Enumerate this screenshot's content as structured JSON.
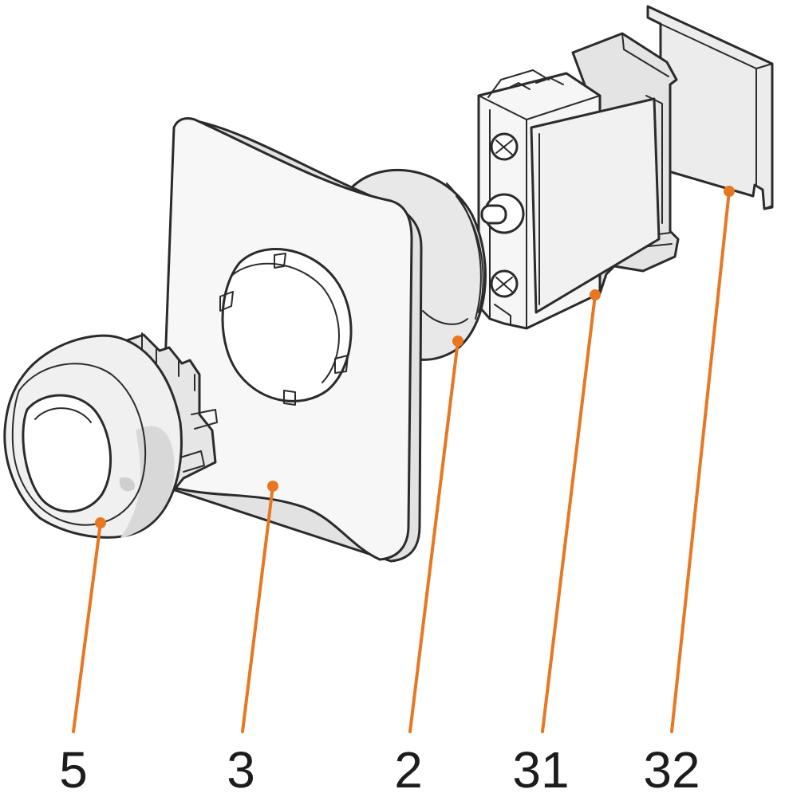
{
  "colors": {
    "accent": "#e87722",
    "line": "#2b2b2b",
    "fill_light": "#f4f4f4",
    "fill_mid": "#dcdcdc",
    "background": "#ffffff"
  },
  "callouts": [
    {
      "id": "5",
      "label": "5"
    },
    {
      "id": "3",
      "label": "3"
    },
    {
      "id": "2",
      "label": "2"
    },
    {
      "id": "31",
      "label": "31"
    },
    {
      "id": "32",
      "label": "32"
    }
  ]
}
